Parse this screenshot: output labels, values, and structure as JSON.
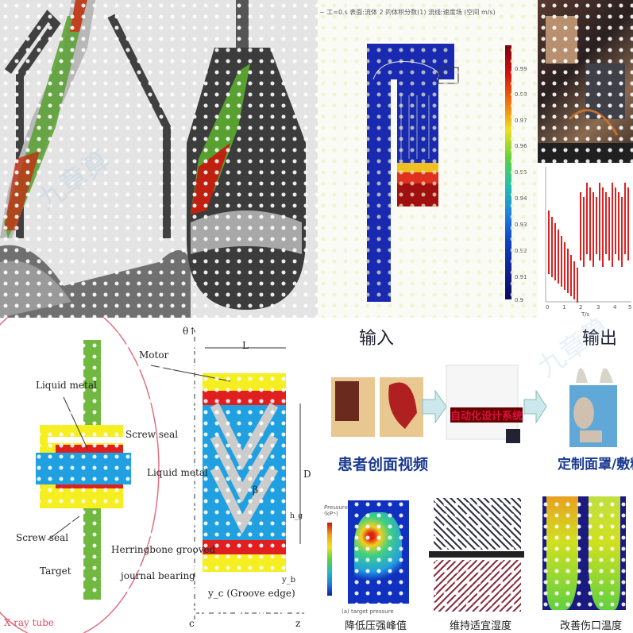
{
  "watermark": "九章算",
  "cfd": {
    "title": "~ 工=0.s 表面:流体 2 的体积分数(1) 流线:速度场 (空间 m/s)",
    "colorbar": {
      "ticks": [
        "0.99",
        "0.98",
        "0.97",
        "0.96",
        "0.95",
        "0.94",
        "0.93",
        "0.92",
        "0.91",
        "0.9"
      ],
      "colors": [
        "#7a0010",
        "#d01010",
        "#f07010",
        "#f0e020",
        "#60d040",
        "#20c0b0",
        "#2080e0",
        "#1040c0",
        "#102090",
        "#0a0a60"
      ]
    }
  },
  "plot": {
    "xticks": [
      "0",
      "1",
      "2",
      "3",
      "4",
      "5"
    ],
    "xlabel": "T/s",
    "color": "#e02020"
  },
  "bearing": {
    "labels": {
      "motor": "Motor",
      "liquid_metal_1": "Liquid metal",
      "screw_seal_1": "Screw seal",
      "liquid_metal_2": "Liquid metal",
      "screw_seal_2": "Screw seal",
      "target": "Target",
      "herringbone": "Herringbone grooved",
      "herringbone2": "journal bearing",
      "xray": "X-ray tube",
      "theta": "θ↑",
      "L": "L",
      "D": "D",
      "beta": "β",
      "hg": "h_g",
      "yb": "y_b",
      "yc": "y_c (Groove edge)",
      "origin": "c",
      "z": "z"
    }
  },
  "workflow": {
    "input": "输入",
    "output": "输出",
    "input_caption": "患者创面视频",
    "output_caption": "定制面罩/敷料",
    "middle_caption": "自动化设计系统"
  },
  "results": {
    "pressure_title": "Pressure (kPa)",
    "pressure_sub": "(a) target pressure",
    "captions": [
      "降低压强峰值",
      "维持适宜湿度",
      "改善伤口温度"
    ]
  }
}
